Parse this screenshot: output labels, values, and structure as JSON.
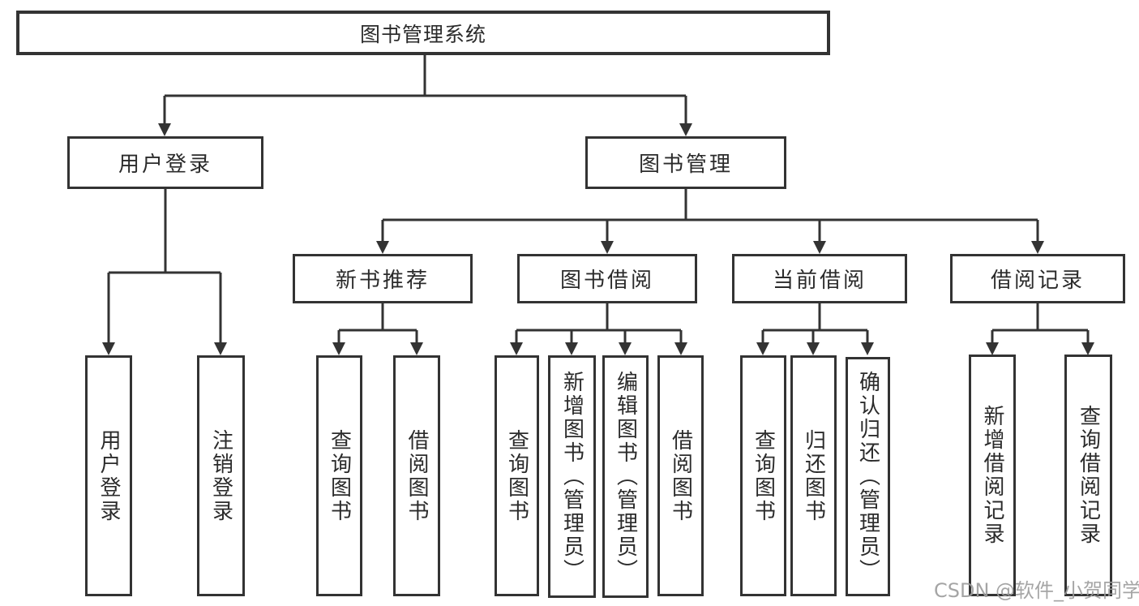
{
  "diagram": {
    "title": "图书管理系统",
    "watermark": "CSDN @软件_小贺同学",
    "colors": {
      "line": "#333333",
      "text": "#2b2b2b",
      "watermark": "#9c9c9c",
      "background": "#ffffff"
    },
    "nodes": {
      "root": {
        "label": "图书管理系统"
      },
      "user_login": {
        "label": "用户登录",
        "parent": "root"
      },
      "book_management": {
        "label": "图书管理",
        "parent": "root"
      },
      "new_book_recommend": {
        "label": "新书推荐",
        "parent": "book_management"
      },
      "book_borrowing": {
        "label": "图书借阅",
        "parent": "book_management"
      },
      "current_borrowing": {
        "label": "当前借阅",
        "parent": "book_management"
      },
      "borrowing_records": {
        "label": "借阅记录",
        "parent": "book_management"
      }
    },
    "leaves": [
      {
        "label": "用户登录",
        "parent": "user_login"
      },
      {
        "label": "注销登录",
        "parent": "user_login"
      },
      {
        "label": "查询图书",
        "parent": "new_book_recommend"
      },
      {
        "label": "借阅图书",
        "parent": "new_book_recommend"
      },
      {
        "label": "查询图书",
        "parent": "book_borrowing"
      },
      {
        "label": "新增图书（管理员）",
        "parent": "book_borrowing"
      },
      {
        "label": "编辑图书（管理员）",
        "parent": "book_borrowing"
      },
      {
        "label": "借阅图书",
        "parent": "book_borrowing"
      },
      {
        "label": "查询图书",
        "parent": "current_borrowing"
      },
      {
        "label": "归还图书",
        "parent": "current_borrowing"
      },
      {
        "label": "确认归还（管理员）",
        "parent": "current_borrowing"
      },
      {
        "label": "新增借阅记录",
        "parent": "borrowing_records"
      },
      {
        "label": "查询借阅记录",
        "parent": "borrowing_records"
      }
    ]
  }
}
